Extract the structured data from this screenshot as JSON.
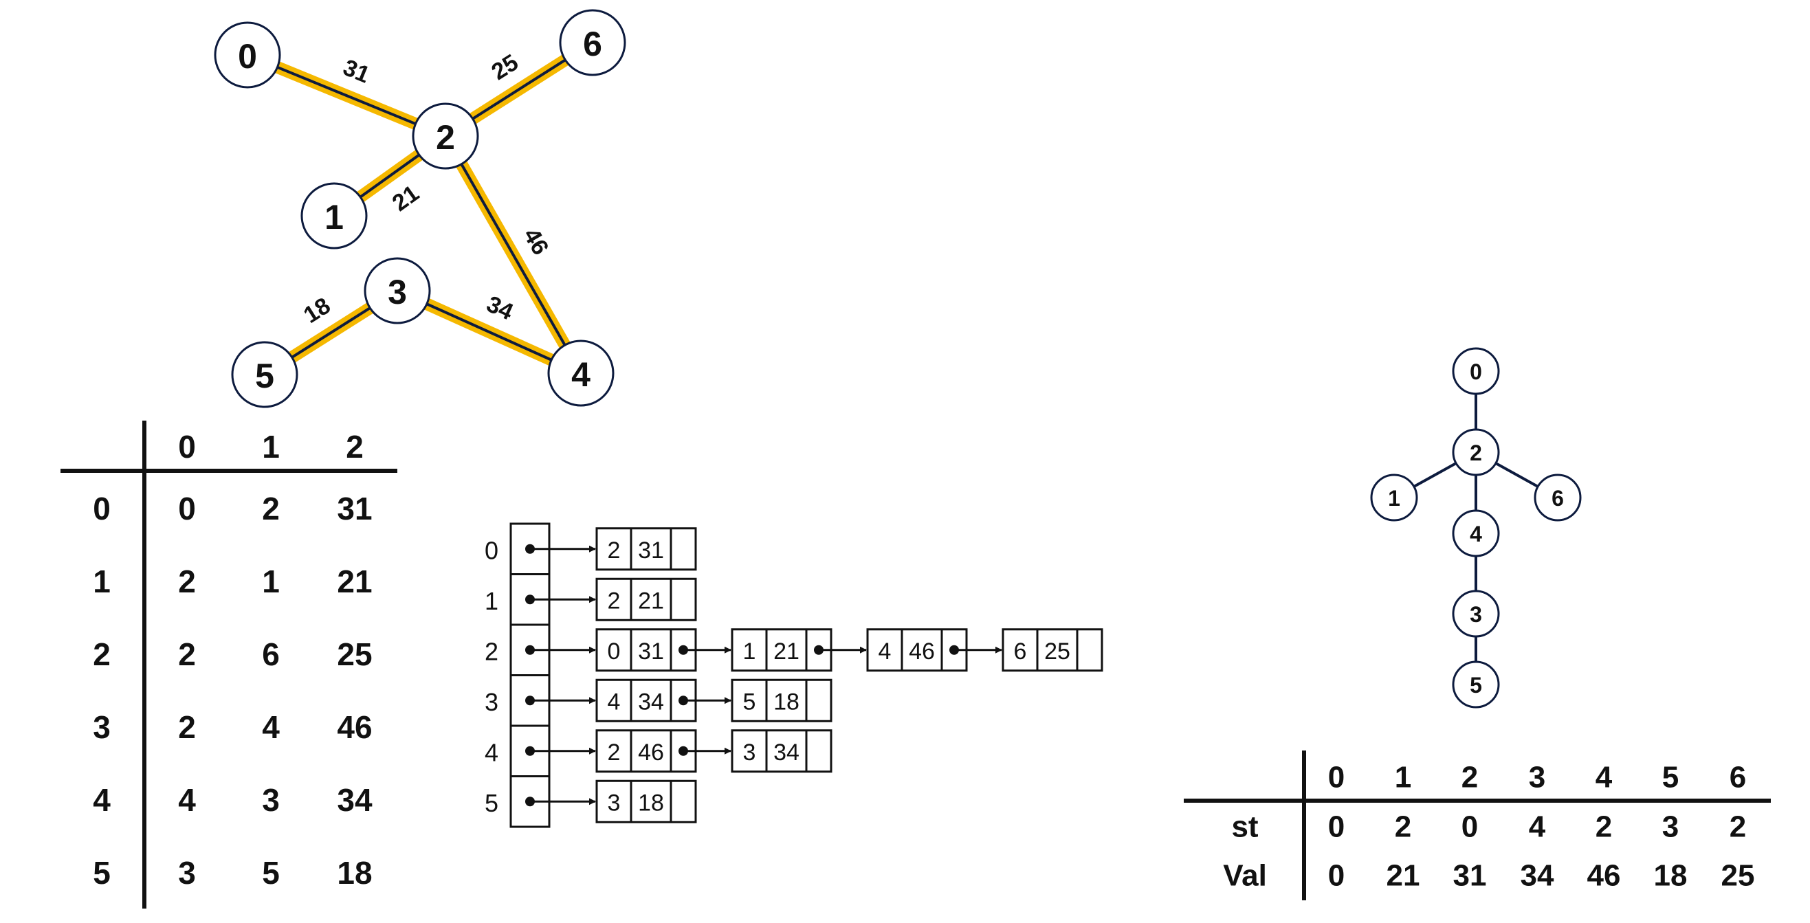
{
  "colors": {
    "stroke": "#0d1b3e",
    "highlight": "#f5b800",
    "text": "#111111"
  },
  "graph": {
    "nodes": [
      "0",
      "1",
      "2",
      "3",
      "4",
      "5",
      "6"
    ],
    "edges": [
      {
        "from": "0",
        "to": "2",
        "weight": "31"
      },
      {
        "from": "2",
        "to": "6",
        "weight": "25"
      },
      {
        "from": "1",
        "to": "2",
        "weight": "21"
      },
      {
        "from": "2",
        "to": "4",
        "weight": "46"
      },
      {
        "from": "3",
        "to": "4",
        "weight": "34"
      },
      {
        "from": "5",
        "to": "3",
        "weight": "18"
      }
    ]
  },
  "edge_table": {
    "headers": [
      "0",
      "1",
      "2"
    ],
    "rows": [
      {
        "label": "0",
        "cells": [
          "0",
          "2",
          "31"
        ]
      },
      {
        "label": "1",
        "cells": [
          "2",
          "1",
          "21"
        ]
      },
      {
        "label": "2",
        "cells": [
          "2",
          "6",
          "25"
        ]
      },
      {
        "label": "3",
        "cells": [
          "2",
          "4",
          "46"
        ]
      },
      {
        "label": "4",
        "cells": [
          "4",
          "3",
          "34"
        ]
      },
      {
        "label": "5",
        "cells": [
          "3",
          "5",
          "18"
        ]
      }
    ]
  },
  "adjacency_list": {
    "rows": [
      {
        "label": "0",
        "nodes": [
          {
            "v": "2",
            "w": "31"
          }
        ]
      },
      {
        "label": "1",
        "nodes": [
          {
            "v": "2",
            "w": "21"
          }
        ]
      },
      {
        "label": "2",
        "nodes": [
          {
            "v": "0",
            "w": "31"
          },
          {
            "v": "1",
            "w": "21"
          },
          {
            "v": "4",
            "w": "46"
          },
          {
            "v": "6",
            "w": "25"
          }
        ]
      },
      {
        "label": "3",
        "nodes": [
          {
            "v": "4",
            "w": "34"
          },
          {
            "v": "5",
            "w": "18"
          }
        ]
      },
      {
        "label": "4",
        "nodes": [
          {
            "v": "2",
            "w": "46"
          },
          {
            "v": "3",
            "w": "34"
          }
        ]
      },
      {
        "label": "5",
        "nodes": [
          {
            "v": "3",
            "w": "18"
          }
        ]
      }
    ]
  },
  "tree": {
    "nodes": [
      "0",
      "2",
      "1",
      "6",
      "4",
      "3",
      "5"
    ],
    "edges": [
      {
        "from": "0",
        "to": "2"
      },
      {
        "from": "2",
        "to": "1"
      },
      {
        "from": "2",
        "to": "6"
      },
      {
        "from": "2",
        "to": "4"
      },
      {
        "from": "4",
        "to": "3"
      },
      {
        "from": "3",
        "to": "5"
      }
    ]
  },
  "st_table": {
    "headers": [
      "0",
      "1",
      "2",
      "3",
      "4",
      "5",
      "6"
    ],
    "rows": [
      {
        "label": "st",
        "cells": [
          "0",
          "2",
          "0",
          "4",
          "2",
          "3",
          "2"
        ]
      },
      {
        "label": "Val",
        "cells": [
          "0",
          "21",
          "31",
          "34",
          "46",
          "18",
          "25"
        ]
      }
    ]
  }
}
